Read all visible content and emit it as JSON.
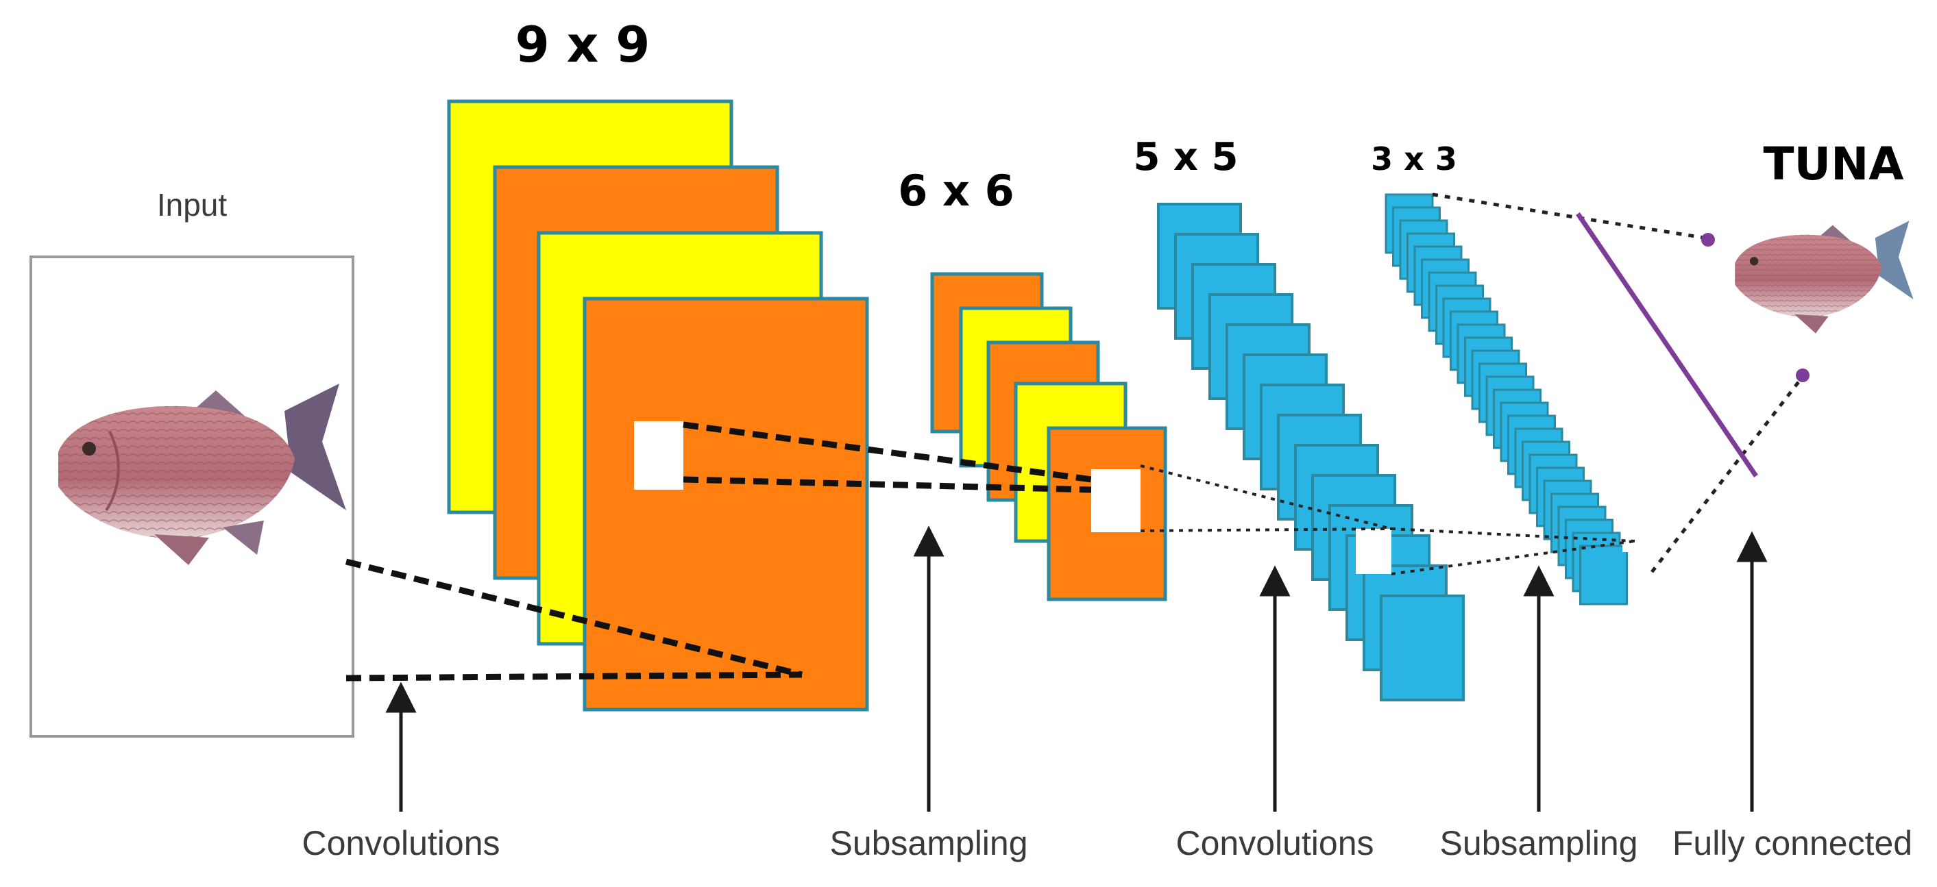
{
  "input": {
    "label": "Input"
  },
  "layers": {
    "conv1": {
      "size_label": "9 x 9"
    },
    "pool1": {
      "size_label": "6 x 6"
    },
    "conv2": {
      "size_label": "5 x 5"
    },
    "pool2": {
      "size_label": "3 x 3"
    }
  },
  "output": {
    "label": "TUNA"
  },
  "stages": [
    {
      "label": "Convolutions"
    },
    {
      "label": "Subsampling"
    },
    {
      "label": "Convolutions"
    },
    {
      "label": "Subsampling"
    },
    {
      "label": "Fully connected"
    }
  ],
  "colors": {
    "yellow": "#ffff00",
    "orange": "#ff7f11",
    "blue": "#2ab4e3",
    "border": "#2b8aa0",
    "purple": "#7d3c98"
  },
  "icons": {
    "input_image": "fish-icon",
    "output_image": "fish-icon"
  }
}
